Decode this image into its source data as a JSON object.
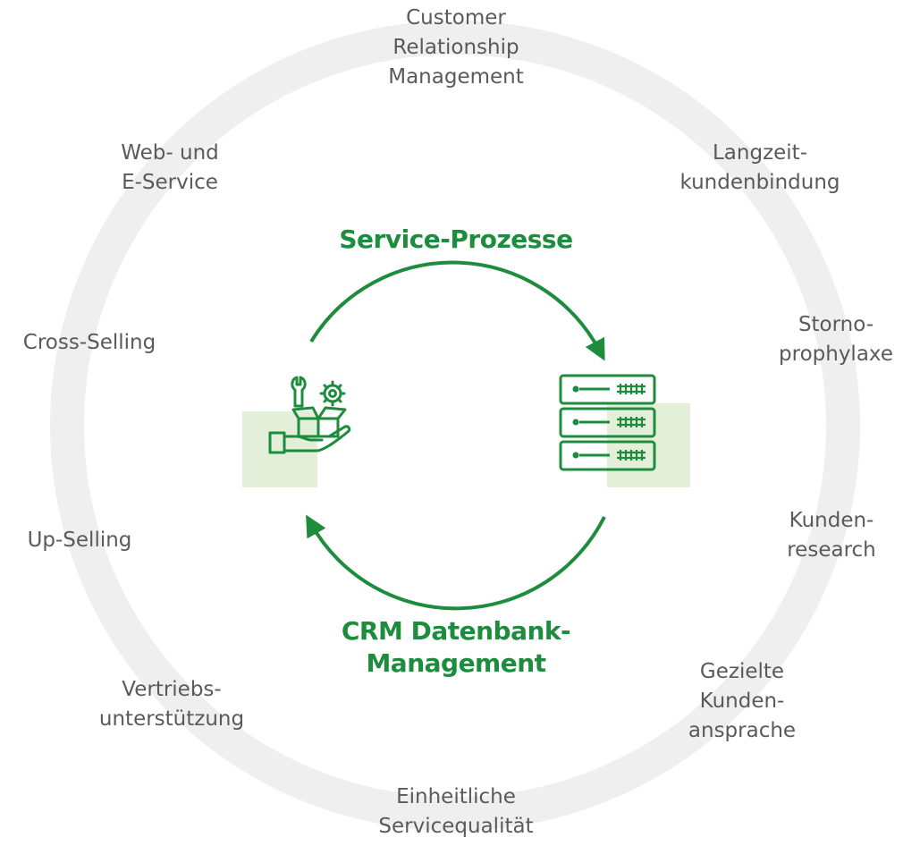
{
  "colors": {
    "ring": "#efefef",
    "accent_green": "#1d8c3d",
    "highlight": "#e4efd9",
    "label_text": "#5a5a5a"
  },
  "ring_labels": {
    "top": [
      "Customer",
      "Relationship",
      "Management"
    ],
    "top_right": [
      "Langzeit-",
      "kundenbindung"
    ],
    "right_upper": [
      "Storno-",
      "prophylaxe"
    ],
    "right_lower": [
      "Kunden-",
      "research"
    ],
    "bottom_right": [
      "Gezielte",
      "Kunden-",
      "ansprache"
    ],
    "bottom": [
      "Einheitliche",
      "Servicequalität"
    ],
    "bottom_left": [
      "Vertriebs-",
      "unterstützung"
    ],
    "left_lower": [
      "Up-Selling"
    ],
    "left_upper": [
      "Cross-Selling"
    ],
    "top_left": [
      "Web- und",
      "E-Service"
    ]
  },
  "cycle": {
    "top_title": "Service-Prozesse",
    "bottom_title": [
      "CRM Datenbank-",
      "Management"
    ]
  },
  "icons": {
    "left": "service-hand-box-tools-icon",
    "right": "server-database-icon"
  }
}
